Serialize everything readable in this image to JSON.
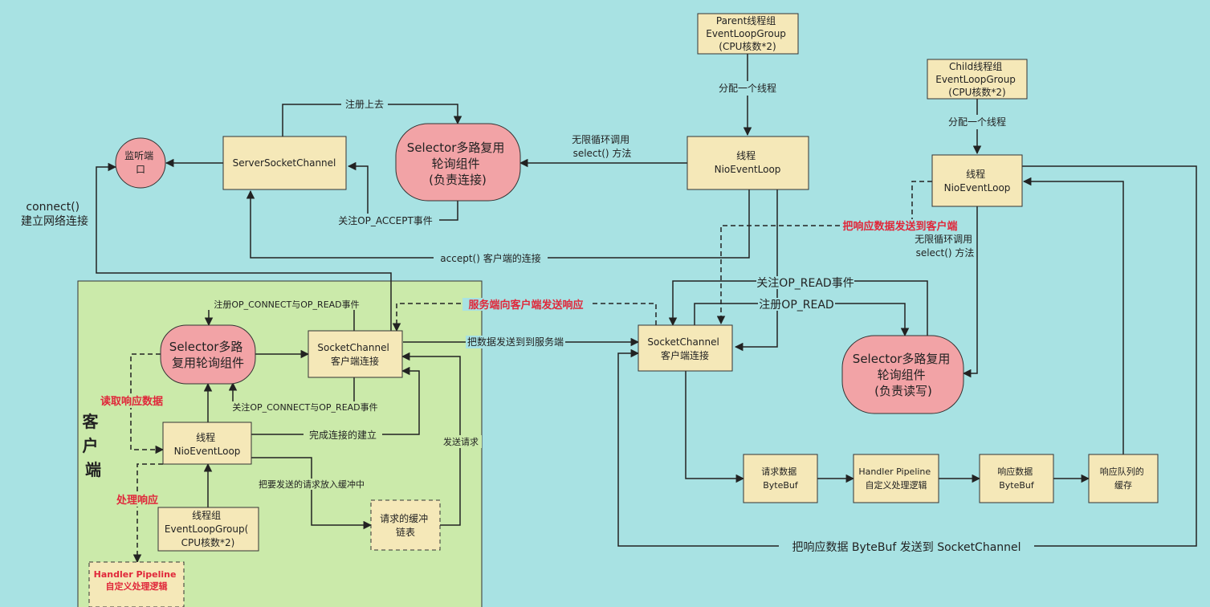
{
  "nodes": {
    "parent_group": [
      "Parent线程组",
      "EventLoopGroup",
      "(CPU核数*2)"
    ],
    "child_group": [
      "Child线程组",
      "EventLoopGroup",
      "(CPU核数*2)"
    ],
    "listen_port": [
      "监听端",
      "口"
    ],
    "server_socket_channel": "ServerSocketChannel",
    "selector_server": [
      "Selector多路复用",
      "轮询组件",
      "(负责连接)"
    ],
    "parent_nio": [
      "线程",
      "NioEventLoop"
    ],
    "child_nio": [
      "线程",
      "NioEventLoop"
    ],
    "server_socket_channel_client": [
      "SocketChannel",
      "客户端连接"
    ],
    "selector_rw": [
      "Selector多路复用",
      "轮询组件",
      "(负责读写)"
    ],
    "req_bytebuf": [
      "请求数据",
      "ByteBuf"
    ],
    "handler_pipeline": [
      "Handler Pipeline",
      "自定义处理逻辑"
    ],
    "resp_bytebuf": [
      "响应数据",
      "ByteBuf"
    ],
    "resp_queue": [
      "响应队列的",
      "缓存"
    ],
    "client_selector": [
      "Selector多路",
      "复用轮询组件"
    ],
    "client_socket_channel": [
      "SocketChannel",
      "客户端连接"
    ],
    "client_nio": [
      "线程",
      "NioEventLoop"
    ],
    "client_group": [
      "线程组",
      "EventLoopGroup(",
      "CPU核数*2)"
    ],
    "client_buffer": [
      "请求的缓冲",
      "链表"
    ],
    "client_handler": [
      "Handler Pipeline",
      "自定义处理逻辑"
    ]
  },
  "labels": {
    "assign_thread_1": "分配一个线程",
    "assign_thread_2": "分配一个线程",
    "register": "注册上去",
    "infinite_loop_1": [
      "无限循环调用",
      "select() 方法"
    ],
    "infinite_loop_2": [
      "无限循环调用",
      "select() 方法"
    ],
    "connect": [
      "connect()",
      "建立网络连接"
    ],
    "op_accept": "关注OP_ACCEPT事件",
    "accept": "accept() 客户端的连接",
    "send_resp_to_client": "把响应数据发送到客户端",
    "op_read_focus": "关注OP_READ事件",
    "op_read_register": "注册OP_READ",
    "server_sends_resp": "服务端向客户端发送响应",
    "send_to_server": "把数据发送到到服务端",
    "reg_connect_read": "注册OP_CONNECT与OP_READ事件",
    "focus_connect_read": "关注OP_CONNECT与OP_READ事件",
    "read_resp": "读取响应数据",
    "complete_conn": "完成连接的建立",
    "send_request": "发送请求",
    "put_in_buffer": "把要发送的请求放入缓冲中",
    "handle_resp": "处理响应",
    "client_region": [
      "客",
      "户",
      "端"
    ],
    "bottom": "把响应数据 ByteBuf 发送到 SocketChannel"
  },
  "colors": {
    "background": "#a8e2e3",
    "box_fill": "#f5e8b8",
    "selector_fill": "#f2a3a6",
    "client_region": "#cbeaaa",
    "highlight": "#e0273a"
  }
}
